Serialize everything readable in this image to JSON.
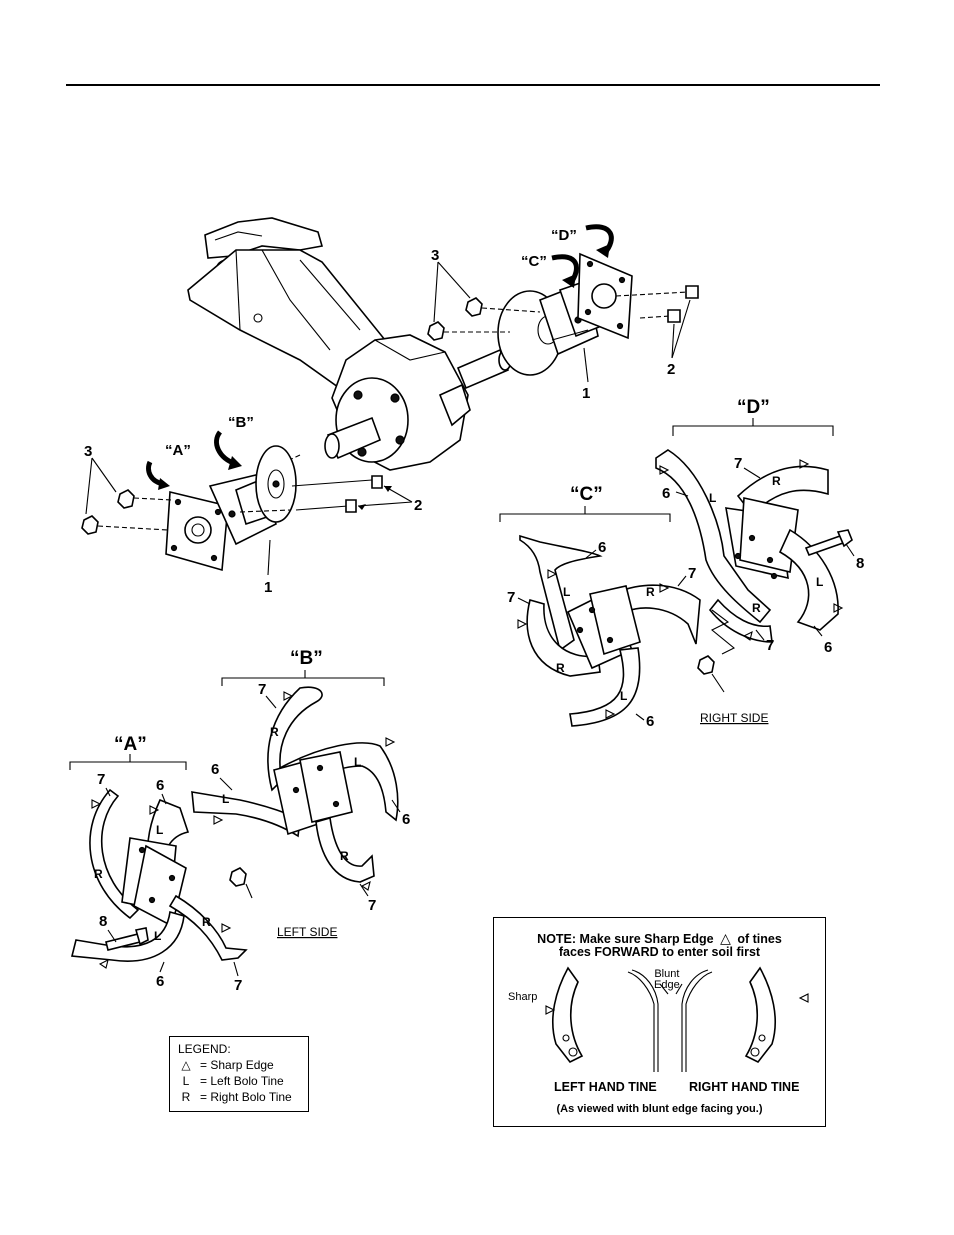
{
  "callouts": {
    "A": "“A”",
    "B": "“B”",
    "C": "“C”",
    "D": "“D”",
    "n1": "1",
    "n2": "2",
    "n3": "3",
    "n6": "6",
    "n7": "7",
    "n8": "8"
  },
  "tine_marks": {
    "L": "L",
    "R": "R"
  },
  "sides": {
    "left": "LEFT SIDE",
    "right": "RIGHT SIDE"
  },
  "legend": {
    "title": "LEGEND:",
    "sharp_symbol": "△",
    "sharp": "= Sharp Edge",
    "left_symbol": "L",
    "left": "=  Left Bolo Tine",
    "right_symbol": "R",
    "right": "=  Right Bolo Tine"
  },
  "note": {
    "line1_a": "NOTE:  Make sure Sharp Edge",
    "line1_symbol": "△",
    "line1_b": "of tines",
    "line2": "faces FORWARD to enter soil first",
    "sharp_label": "Sharp",
    "blunt_label_1": "Blunt",
    "blunt_label_2": "Edge",
    "left_hand_tine": "LEFT HAND TINE",
    "right_hand_tine": "RIGHT HAND TINE",
    "viewed": "(As viewed with blunt edge facing you.)"
  },
  "icons": [
    "sharp-edge-triangle-icon",
    "arrow-icon"
  ]
}
